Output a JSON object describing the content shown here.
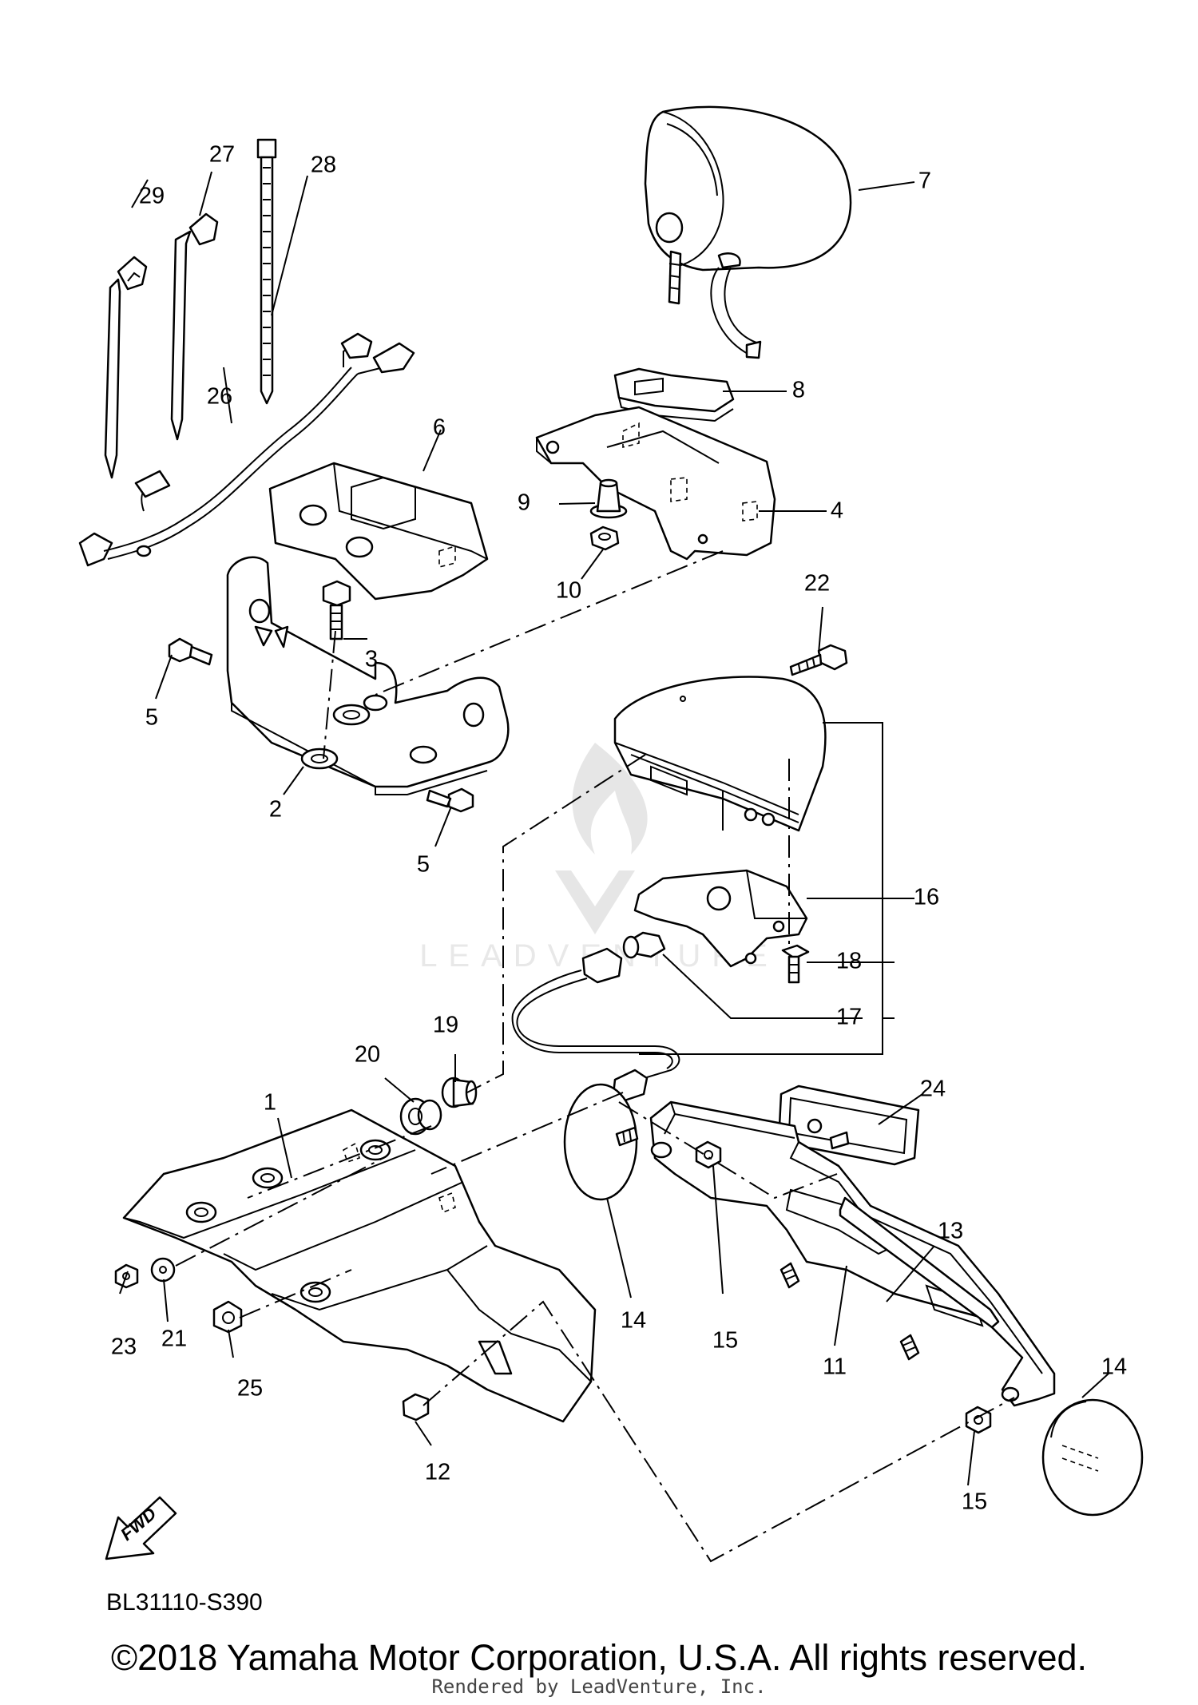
{
  "callouts": [
    "1",
    "2",
    "3",
    "4",
    "5",
    "5",
    "6",
    "7",
    "8",
    "9",
    "10",
    "11",
    "12",
    "13",
    "14",
    "14",
    "15",
    "15",
    "16",
    "17",
    "18",
    "19",
    "20",
    "21",
    "22",
    "23",
    "24",
    "25",
    "26",
    "27",
    "28",
    "29"
  ],
  "fwd_label": "FWD",
  "diagram_code": "BL31110-S390",
  "copyright": "©2018 Yamaha Motor Corporation, U.S.A. All rights reserved.",
  "rendered_by": "Rendered by LeadVenture, Inc.",
  "watermark_text": "LEADVENTURE"
}
